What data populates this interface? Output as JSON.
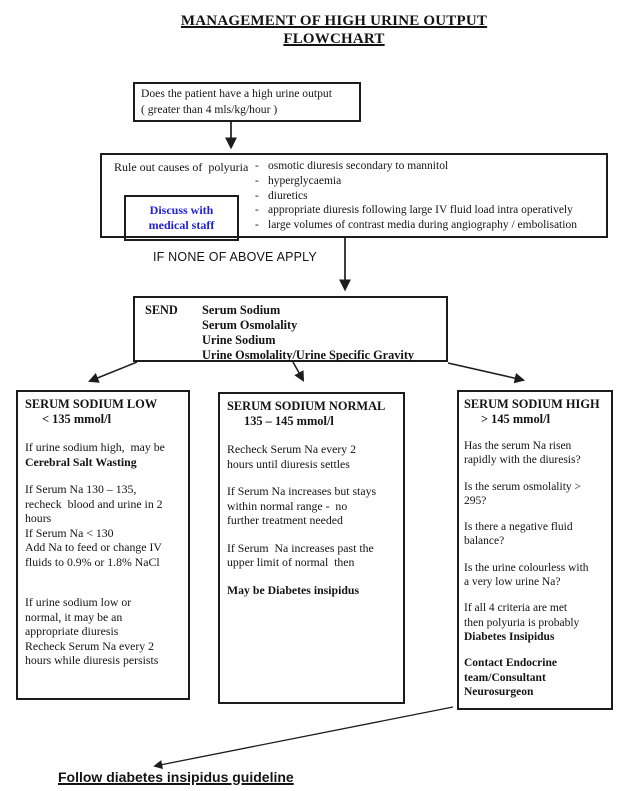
{
  "title": {
    "line1": "MANAGEMENT OF HIGH URINE OUTPUT",
    "line2": "FLOWCHART"
  },
  "start_box": {
    "lines": [
      "Does the patient have a high urine output",
      "( greater than 4 mls/kg/hour )"
    ]
  },
  "rule_out_box": {
    "label": "Rule out causes of  polyuria",
    "discuss_box": {
      "lines": [
        "Discuss with",
        "medical staff"
      ],
      "text_color": "#2020dd"
    },
    "causes": [
      "osmotic diuresis secondary to mannitol",
      "hyperglycaemia",
      "diuretics",
      "appropriate diuresis following large IV fluid load intra operatively",
      "large volumes of contrast media during angiography / embolisation"
    ]
  },
  "if_none_label": "IF NONE OF ABOVE APPLY",
  "send_box": {
    "label": "SEND",
    "tests": [
      "Serum Sodium",
      "Serum Osmolality",
      "Urine Sodium",
      "Urine Osmolality/Urine Specific Gravity"
    ]
  },
  "serum_low_box": {
    "title": "SERUM SODIUM LOW",
    "subtitle": "<  135 mmol/l",
    "p1": [
      "If urine sodium high,  may be"
    ],
    "p1_bold": "Cerebral Salt Wasting",
    "p2": [
      "If Serum Na 130 – 135,",
      "recheck  blood and urine in 2",
      "hours",
      "If Serum Na < 130",
      "Add Na to feed or change IV",
      "fluids to 0.9% or 1.8% NaCl"
    ],
    "p3": [
      "If urine sodium low or",
      "normal, it may be an",
      "appropriate diuresis",
      "Recheck Serum Na every 2",
      "hours while diuresis persists"
    ]
  },
  "serum_normal_box": {
    "title": "SERUM SODIUM NORMAL",
    "subtitle": "135 – 145 mmol/l",
    "p1": [
      "Recheck Serum Na every 2",
      "hours until diuresis settles"
    ],
    "p2": [
      "If Serum Na increases but stays",
      "within normal range -  no",
      "further treatment needed"
    ],
    "p3": [
      "If Serum  Na increases past the",
      "upper limit of normal  then"
    ],
    "p4_bold": "May be Diabetes insipidus"
  },
  "serum_high_box": {
    "title": "SERUM SODIUM HIGH",
    "subtitle": ">  145 mmol/l",
    "q1": [
      "Has the serum Na risen",
      "rapidly with the diuresis?"
    ],
    "q2": [
      "Is the serum osmolality >",
      "295?"
    ],
    "q3": [
      "Is there a negative fluid",
      "balance?"
    ],
    "q4": [
      "Is the urine colourless with",
      "a very low urine Na?"
    ],
    "p5": [
      "If all 4 criteria are met",
      "then polyuria is probably"
    ],
    "p5_bold": "Diabetes Insipidus",
    "p6_bold": [
      "Contact Endocrine",
      "team/Consultant",
      "Neurosurgeon"
    ]
  },
  "footer_label": "Follow diabetes insipidus guideline",
  "colors": {
    "accent_blue": "#2020dd",
    "ink": "#141414",
    "border": "#1c1c1c"
  }
}
